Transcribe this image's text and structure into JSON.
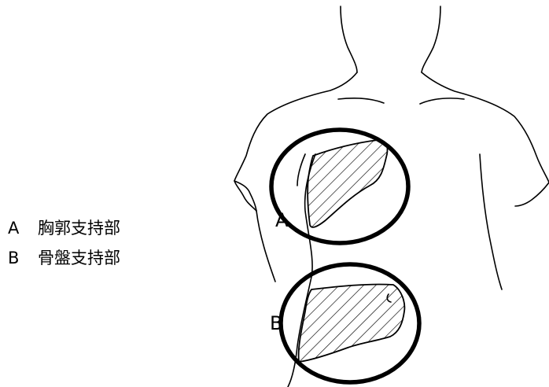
{
  "legend": {
    "items": [
      {
        "key": "A",
        "label": "胸郭支持部"
      },
      {
        "key": "B",
        "label": "骨盤支持部"
      }
    ]
  },
  "figure": {
    "markers": [
      {
        "key": "A",
        "text": "A"
      },
      {
        "key": "B",
        "text": "B"
      }
    ]
  }
}
